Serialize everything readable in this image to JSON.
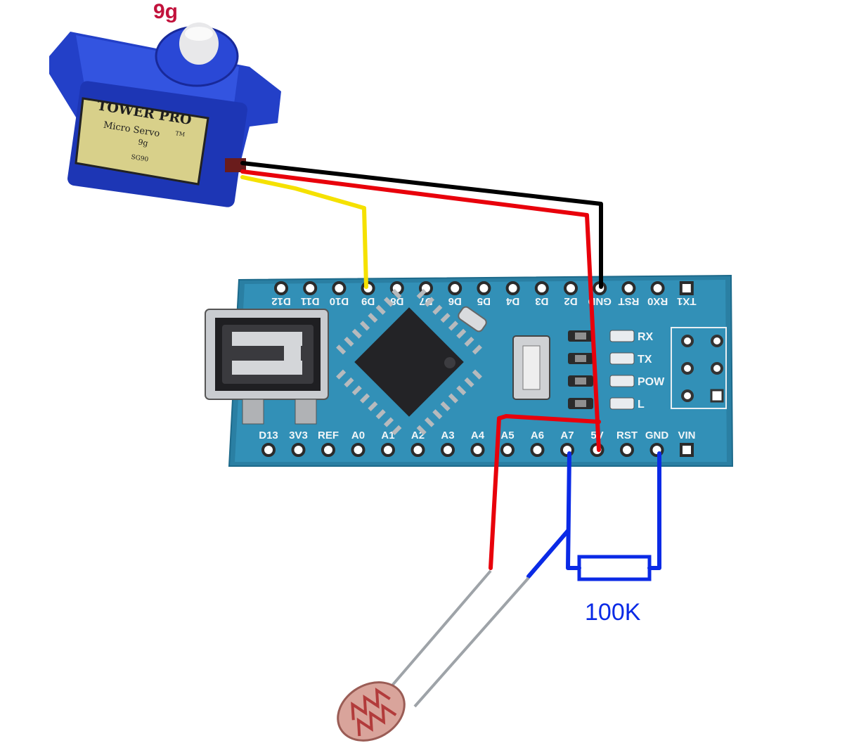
{
  "servo": {
    "label": "9g",
    "brand": "TOWER PRO",
    "brand_mark": "TM",
    "model": "Micro Servo",
    "size": "9g",
    "code": "SG90"
  },
  "resistor": {
    "label": "100K"
  },
  "board": {
    "top_pins": [
      "D12",
      "D11",
      "D10",
      "D9",
      "D8",
      "D7",
      "D6",
      "D5",
      "D4",
      "D3",
      "D2",
      "GND",
      "RST",
      "RX0",
      "TX1"
    ],
    "bottom_pins": [
      "D13",
      "3V3",
      "REF",
      "A0",
      "A1",
      "A2",
      "A3",
      "A4",
      "A5",
      "A6",
      "A7",
      "5V",
      "RST",
      "GND",
      "VIN"
    ],
    "leds": [
      "RX",
      "TX",
      "POW",
      "L"
    ]
  },
  "wire_colors": {
    "signal": "#f5e100",
    "power": "#e8000b",
    "ground": "#000000",
    "sensor": "#0a2ae6"
  }
}
